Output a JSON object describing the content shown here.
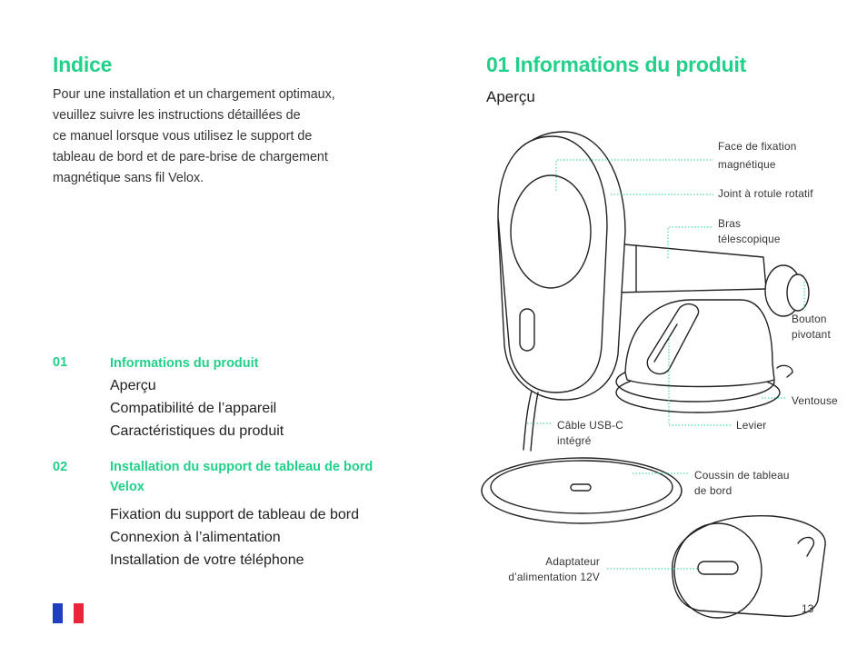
{
  "left": {
    "title": "Indice",
    "intro": [
      "Pour une installation et un chargement optimaux,",
      "veuillez suivre les instructions détaillées de",
      "ce manuel lorsque vous utilisez le support de",
      "tableau de bord et de pare-brise de chargement",
      "magnétique sans fil Velox."
    ],
    "toc": [
      {
        "num": "01",
        "title": "Informations du produit",
        "items": [
          "Aperçu",
          "Compatibilité de l’appareil",
          "Caractéristiques du produit"
        ]
      },
      {
        "num": "02",
        "title": "Installation du support de tableau de bord Velox",
        "items": [
          "Fixation du support de tableau de bord",
          "Connexion à l’alimentation",
          "Installation de votre téléphone"
        ]
      }
    ]
  },
  "right": {
    "title": "01 Informations du produit",
    "subtitle": "Aperçu",
    "labels": {
      "face": [
        "Face de fixation",
        "magnétique"
      ],
      "joint": [
        "Joint à rotule rotatif"
      ],
      "bras": [
        "Bras",
        "télescopique"
      ],
      "bouton": [
        "Bouton",
        "pivotant"
      ],
      "ventouse": [
        "Ventouse"
      ],
      "levier": [
        "Levier"
      ],
      "cable": [
        "Câble USB-C",
        "intégré"
      ],
      "coussin": [
        "Coussin de tableau",
        "de bord"
      ],
      "adaptateur": [
        "Adaptateur",
        "d’alimentation 12V"
      ]
    }
  },
  "footer": {
    "page_number": "13",
    "flag_colors": [
      "#1f3fbf",
      "#ffffff",
      "#e8263a"
    ]
  },
  "colors": {
    "accent": "#22d08a",
    "leader": "#22d08a"
  }
}
